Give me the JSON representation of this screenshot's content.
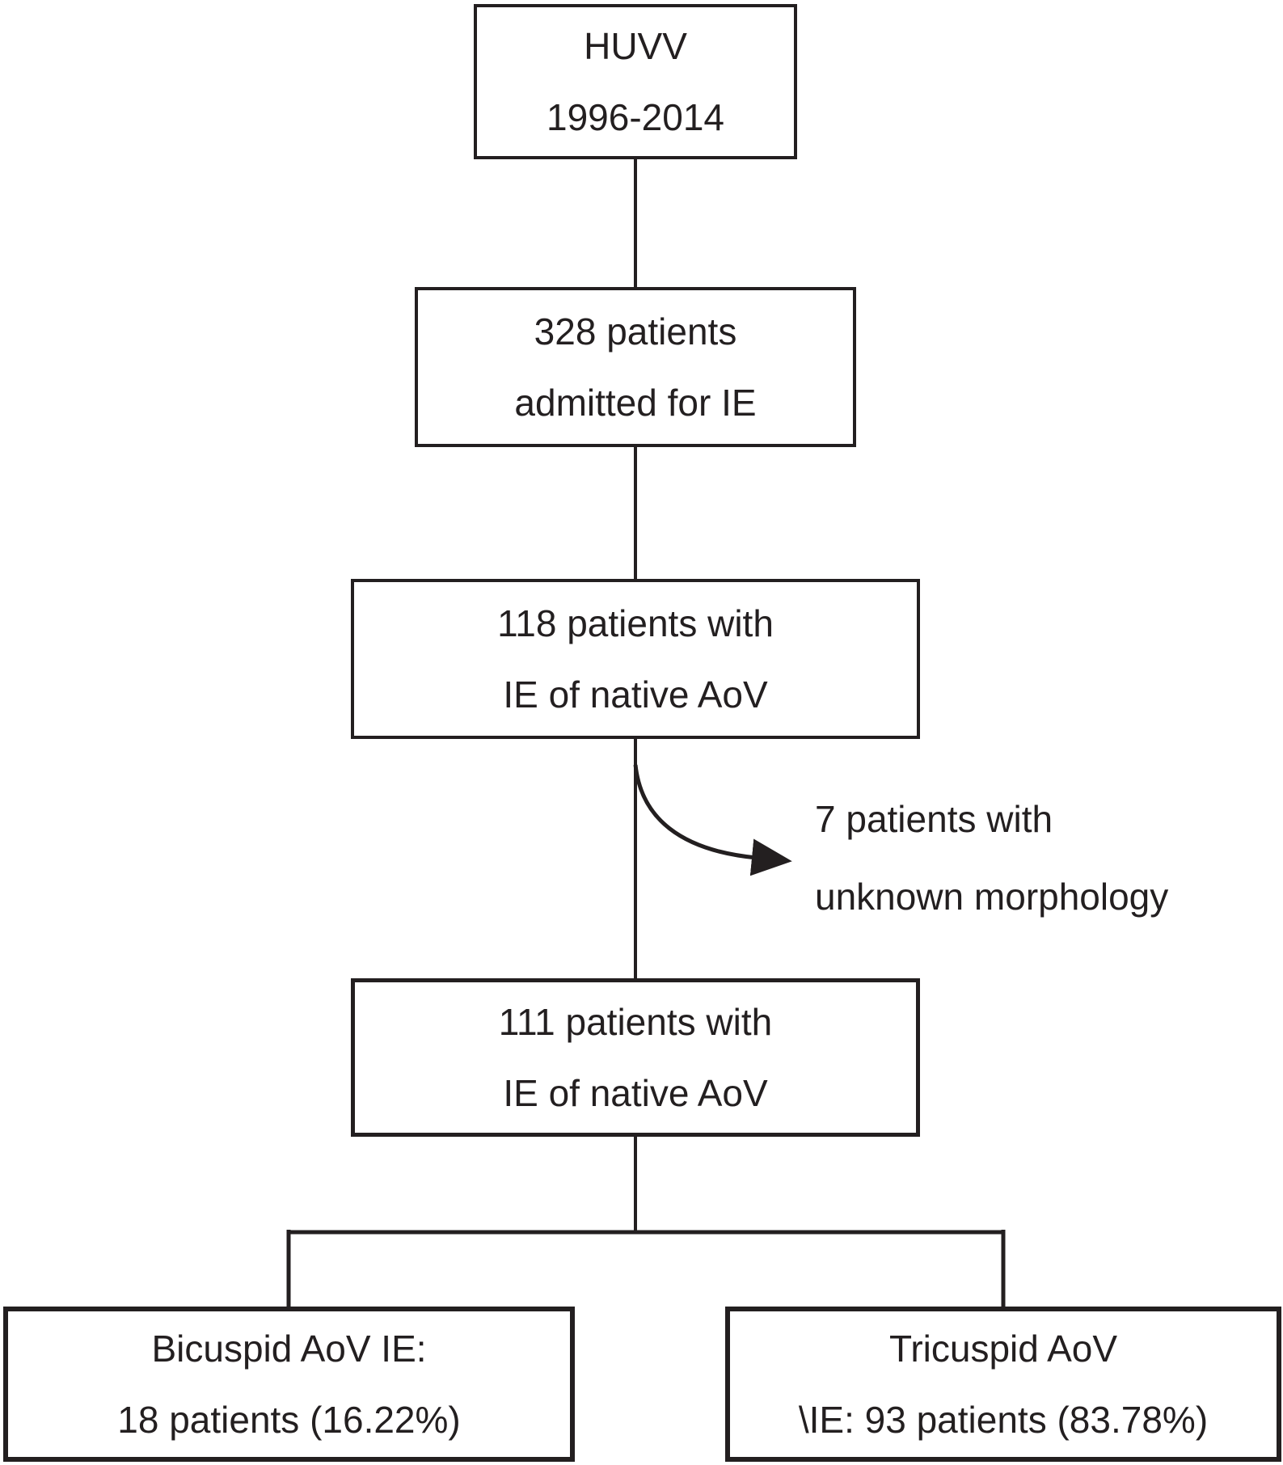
{
  "diagram": {
    "colors": {
      "ink": "#231f20",
      "background": "#ffffff"
    },
    "boxes": [
      {
        "name": "huvv-cohort",
        "lines": [
          "HUVV",
          "1996-2014"
        ]
      },
      {
        "name": "admitted-for-ie",
        "lines": [
          "328 patients",
          "admitted for IE"
        ]
      },
      {
        "name": "native-aov-ie-118",
        "lines": [
          "118 patients with",
          "IE of native AoV"
        ]
      },
      {
        "name": "native-aov-ie-111",
        "lines": [
          "111 patients with",
          "IE of native AoV"
        ]
      },
      {
        "name": "bicuspid-aov-ie",
        "lines": [
          "Bicuspid AoV IE:",
          "18 patients (16.22%)"
        ]
      },
      {
        "name": "tricuspid-aov-ie",
        "lines": [
          "Tricuspid AoV",
          "\\IE: 93 patients (83.78%)"
        ]
      }
    ],
    "exclusion_note": {
      "lines": [
        "7 patients with",
        "unknown morphology"
      ]
    }
  }
}
